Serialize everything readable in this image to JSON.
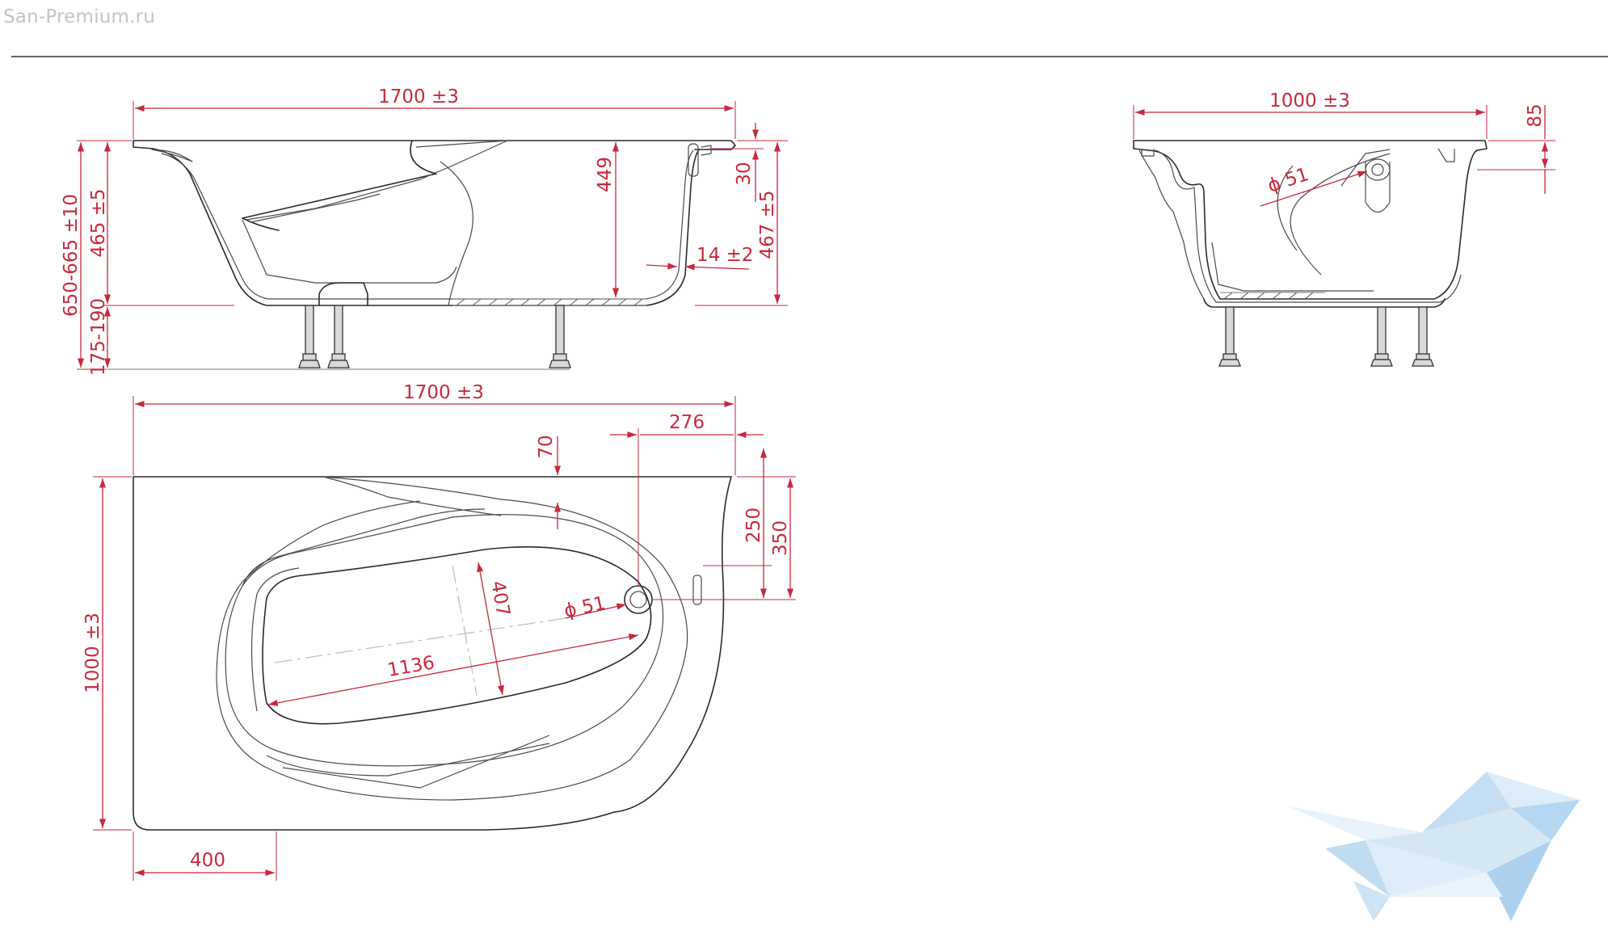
{
  "watermark": "San-Premium.ru",
  "colors": {
    "dimension": "#c62a3c",
    "outline": "#2a2a2a",
    "logo": "#cfe3f3",
    "watermark": "#c4c4c4"
  },
  "dimensions": {
    "side_length": "1700 ±3",
    "side_total_height": "650-665 ±10",
    "side_body_height": "465 ±5",
    "side_leg_height": "175-190",
    "side_inner_depth": "449",
    "side_rim": "30",
    "side_total_right": "467 ±5",
    "side_wall": "14 ±2",
    "end_width": "1000 ±3",
    "end_rim": "85",
    "end_drain": "51",
    "top_length": "1700 ±3",
    "top_width": "1000 ±3",
    "top_offset_70": "70",
    "top_offset_276": "276",
    "top_offset_250": "250",
    "top_offset_350": "350",
    "top_inner_width": "407",
    "top_inner_length": "1136",
    "top_drain": "51",
    "top_corner": "400"
  },
  "logo": {
    "name": "bathtub-logo-icon"
  }
}
